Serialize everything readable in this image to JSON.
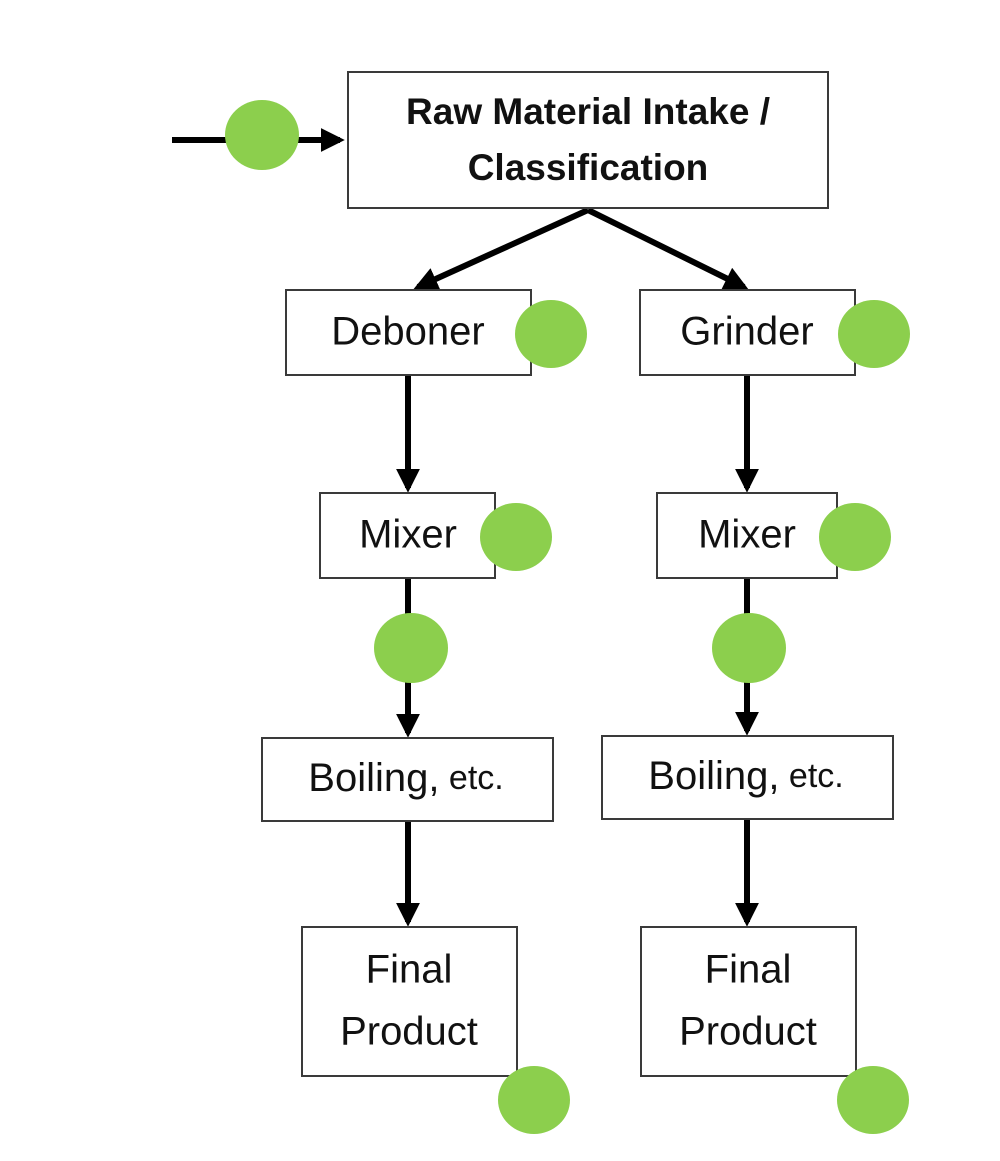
{
  "colors": {
    "marker": "#8ccf4d",
    "edge": "#000000",
    "box_border": "#3a3a3a"
  },
  "nodes": {
    "intake": {
      "line1": "Raw Material Intake /",
      "line2": "Classification"
    },
    "deboner": {
      "label": "Deboner"
    },
    "grinder": {
      "label": "Grinder"
    },
    "mixer_left": {
      "label": "Mixer"
    },
    "mixer_right": {
      "label": "Mixer"
    },
    "boiling_left": {
      "main": "Boiling,",
      "suffix": " etc."
    },
    "boiling_right": {
      "main": "Boiling,",
      "suffix": " etc."
    },
    "final_left": {
      "line1": "Final",
      "line2": "Product"
    },
    "final_right": {
      "line1": "Final",
      "line2": "Product"
    }
  }
}
